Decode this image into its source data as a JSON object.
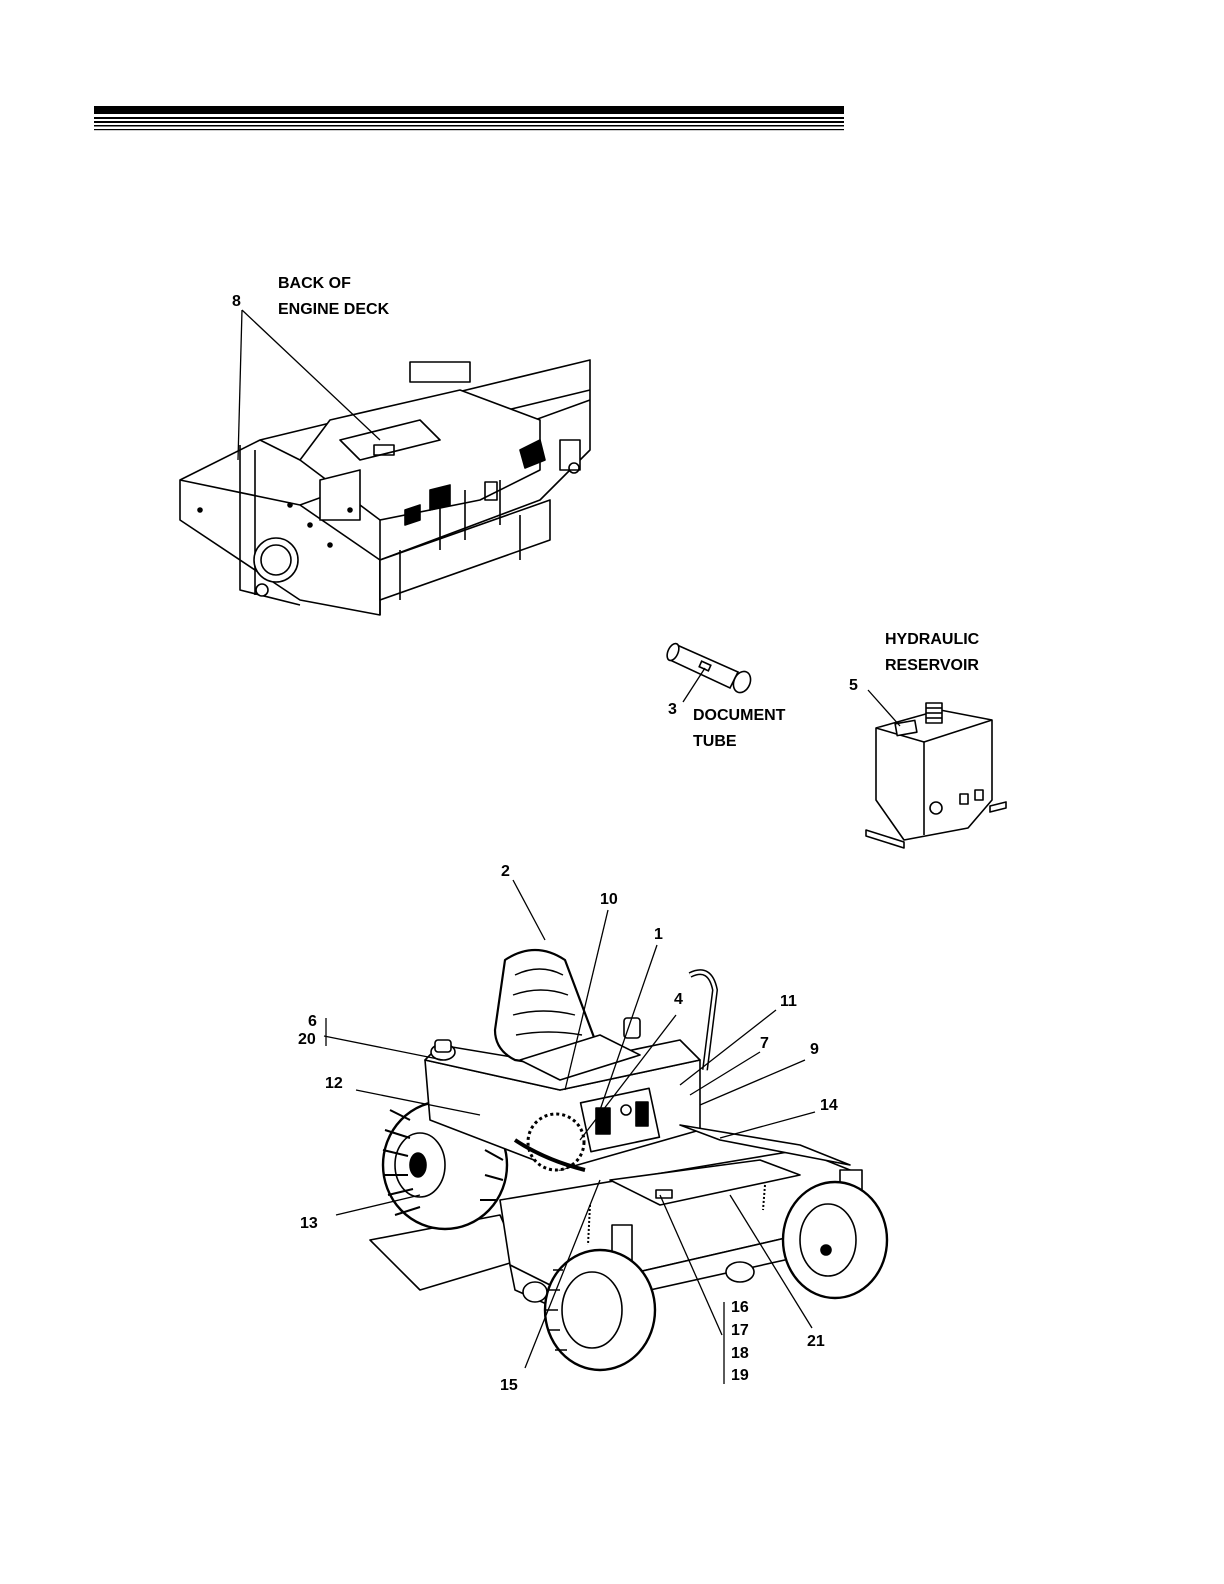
{
  "captions": {
    "engine_deck_line1": "BACK OF",
    "engine_deck_line2": "ENGINE DECK",
    "document_tube_line1": "DOCUMENT",
    "document_tube_line2": "TUBE",
    "hydraulic_line1": "HYDRAULIC",
    "hydraulic_line2": "RESERVOIR"
  },
  "callouts": {
    "c1": "1",
    "c2": "2",
    "c3": "3",
    "c4": "4",
    "c5": "5",
    "c6": "6",
    "c7": "7",
    "c8": "8",
    "c9": "9",
    "c10": "10",
    "c11": "11",
    "c12": "12",
    "c13": "13",
    "c14": "14",
    "c15": "15",
    "c16": "16",
    "c17": "17",
    "c18": "18",
    "c19": "19",
    "c20": "20",
    "c21": "21"
  }
}
